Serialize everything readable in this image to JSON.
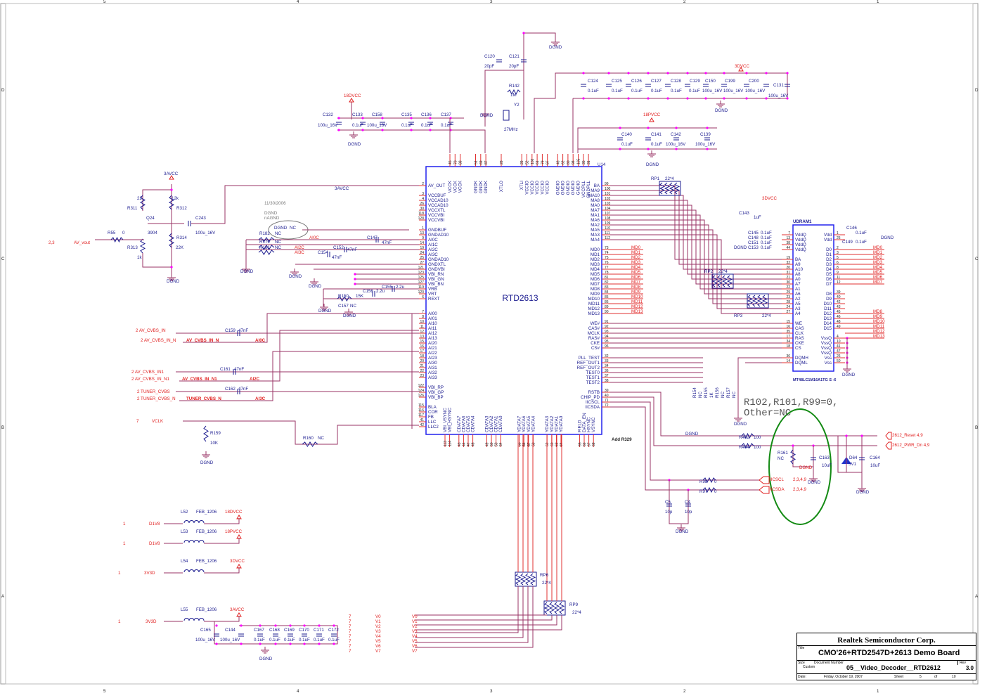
{
  "colors": {
    "wire": "#993366",
    "pin": "#e03030",
    "text": "#1b1b8f",
    "net": "#e02020",
    "junction": "#ff00ff",
    "highlight": "#138a13"
  },
  "border": {
    "columns": [
      "5",
      "4",
      "3",
      "2",
      "1"
    ],
    "rows": [
      "D",
      "C",
      "B",
      "A"
    ]
  },
  "u14": {
    "ref": "U14",
    "part": "RTD2613",
    "left_pins": [
      [
        "2",
        "AV_OUT"
      ],
      null,
      [
        "3",
        "VCCBUF"
      ],
      [
        "4",
        "VCCAD10"
      ],
      [
        "26",
        "VCCAD10"
      ],
      [
        "30",
        "VCCXTL"
      ],
      [
        "118",
        "VCCVBI"
      ],
      [
        "128",
        "VCCVBI"
      ],
      null,
      [
        "1",
        "GNDBUF"
      ],
      [
        "13",
        "GNDAD10"
      ],
      [
        "9",
        "AI0C"
      ],
      [
        "14",
        "AI1C"
      ],
      [
        "19",
        "AI2C"
      ],
      [
        "24",
        "AI3C"
      ],
      [
        "25",
        "GNDAD10"
      ],
      [
        "27",
        "GNDXTL"
      ],
      [
        "121",
        "GNDVBI"
      ],
      [
        "123",
        "VBI_RN"
      ],
      [
        "125",
        "VBI_GN"
      ],
      [
        "127",
        "VBI_BN"
      ],
      [
        "119",
        "VRB"
      ],
      [
        "120",
        "VRT"
      ],
      [
        "6",
        "REXT"
      ],
      null,
      null,
      [
        "7",
        "AI00"
      ],
      [
        "8",
        "AI01"
      ],
      [
        "10",
        "AI10"
      ],
      [
        "11",
        "AI11"
      ],
      [
        "12",
        "AI12"
      ],
      [
        "13",
        "AI13"
      ],
      [
        "15",
        "AI20"
      ],
      [
        "16",
        "AI21"
      ],
      [
        "17",
        "AI22"
      ],
      [
        "18",
        "AI23"
      ],
      [
        "20",
        "AI30"
      ],
      [
        "21",
        "AI31"
      ],
      [
        "22",
        "AI32"
      ],
      [
        "23",
        "AI33"
      ],
      null,
      [
        "122",
        "VBI_RP"
      ],
      [
        "124",
        "VBI_GP"
      ],
      [
        "126",
        "VBI_BP"
      ],
      null,
      [
        "115",
        "BLA"
      ],
      [
        "116",
        "COR"
      ],
      [
        "117",
        "FB"
      ],
      [
        "41",
        "LLC"
      ],
      [
        "42",
        "LLC2"
      ]
    ],
    "right_pins": [
      [
        "99",
        "BA"
      ],
      [
        "100",
        "MA9"
      ],
      [
        "101",
        "MA10"
      ],
      [
        "102",
        "MA8"
      ],
      [
        "103",
        "MA0"
      ],
      [
        "104",
        "MA7"
      ],
      [
        "107",
        "MA1"
      ],
      [
        "108",
        "MA6"
      ],
      [
        "109",
        "MA2"
      ],
      [
        "110",
        "MA5"
      ],
      [
        "111",
        "MA3"
      ],
      [
        "112",
        "MA4"
      ],
      null,
      [
        "73",
        "MD0"
      ],
      [
        "74",
        "MD1"
      ],
      [
        "75",
        "MD2"
      ],
      [
        "76",
        "MD3"
      ],
      [
        "77",
        "MD4"
      ],
      [
        "78",
        "MD5"
      ],
      [
        "81",
        "MD6"
      ],
      [
        "82",
        "MD7"
      ],
      [
        "83",
        "MD8"
      ],
      [
        "84",
        "MD9"
      ],
      [
        "85",
        "MD10"
      ],
      [
        "86",
        "MD11"
      ],
      [
        "89",
        "MD12"
      ],
      [
        "90",
        "MD13"
      ],
      null,
      [
        "91",
        "WE#"
      ],
      [
        "92",
        "CAS#"
      ],
      [
        "93",
        "MCLK"
      ],
      [
        "94",
        "RAS#"
      ],
      [
        "95",
        "CKE"
      ],
      [
        "96",
        "CS#"
      ],
      null,
      [
        "32",
        "PLL_TEST"
      ],
      [
        "33",
        "REF_OUT1"
      ],
      [
        "34",
        "REF_OUT2"
      ],
      [
        "36",
        "TEST0"
      ],
      [
        "37",
        "TEST1"
      ],
      [
        "38",
        "TEST2"
      ],
      null,
      [
        "39",
        "RSTB"
      ],
      [
        "40",
        "CHIP_PD"
      ],
      [
        "71",
        "IICSCL"
      ],
      [
        "72",
        "IICSDA"
      ]
    ],
    "top_pins": [
      [
        "45",
        "VCCK"
      ],
      [
        "70",
        "VCCK"
      ],
      [
        "88",
        "VCCK"
      ],
      null,
      null,
      [
        "51",
        "GNDK"
      ],
      [
        "69",
        "GNDK"
      ],
      [
        "87",
        "GNDK"
      ],
      null,
      null,
      [
        "28",
        "XTLO"
      ],
      null,
      null,
      null,
      [
        "29",
        "XTLI"
      ],
      [
        "52",
        "VCCIO"
      ],
      [
        "106",
        "VCCIO"
      ],
      [
        "61",
        "VCCIO"
      ],
      [
        "79",
        "VCCIO"
      ],
      [
        "97",
        "VCCIO"
      ],
      null,
      [
        "46",
        "GNDIO"
      ],
      [
        "62",
        "GNDIO"
      ],
      [
        "80",
        "GNDIO"
      ],
      [
        "98",
        "GNDIO"
      ],
      [
        "105",
        "GNDIO"
      ],
      [
        "35",
        "VCCPLL"
      ],
      [
        "31",
        "GNDPLL"
      ]
    ],
    "bottom_pins": [
      [
        "113",
        "VBI_VSYNC"
      ],
      [
        "114",
        "VBI_HSYNC"
      ],
      null,
      [
        "43",
        "CDATA7"
      ],
      [
        "44",
        "CDATA6"
      ],
      [
        "47",
        "CDATA5"
      ],
      [
        "48",
        "CDATA4"
      ],
      null,
      null,
      [
        "49",
        "CDATA3"
      ],
      [
        "50",
        "CDATA2"
      ],
      [
        "53",
        "CDATA1"
      ],
      [
        "54",
        "CDATA0"
      ],
      null,
      null,
      null,
      [
        "55",
        "YDATA7"
      ],
      [
        "56",
        "YDATA6"
      ],
      [
        "57",
        "YDATA5"
      ],
      [
        "58",
        "YDATA4"
      ],
      null,
      null,
      [
        "59",
        "YDATA3"
      ],
      [
        "60",
        "YDATA2"
      ],
      [
        "63",
        "YDATA1"
      ],
      [
        "64",
        "YDATA0"
      ],
      null,
      null,
      null,
      [
        "65",
        "FIELD"
      ],
      [
        "66",
        "DATA_EN"
      ],
      [
        "67",
        "HSYNC"
      ],
      [
        "68",
        "VSYNC"
      ]
    ]
  },
  "udram": {
    "ref": "UDRAM1",
    "part": "MT48LC1M16A1TG S -6",
    "left_pins": [
      [
        "7",
        "VddQ"
      ],
      [
        "13",
        "VddQ"
      ],
      [
        "38",
        "VddQ"
      ],
      [
        "44",
        "VddQ"
      ],
      null,
      [
        "19",
        "BA"
      ],
      [
        "32",
        "A9"
      ],
      [
        "20",
        "A10"
      ],
      [
        "31",
        "A8"
      ],
      [
        "21",
        "A0"
      ],
      [
        "30",
        "A7"
      ],
      [
        "22",
        "A1"
      ],
      [
        "29",
        "A6"
      ],
      [
        "23",
        "A2"
      ],
      [
        "28",
        "A5"
      ],
      [
        "24",
        "A3"
      ],
      [
        "27",
        "A4"
      ],
      null,
      [
        "15",
        "WE"
      ],
      [
        "16",
        "CAS"
      ],
      [
        "35",
        "CLK"
      ],
      [
        "17",
        "RAS"
      ],
      [
        "34",
        "CKE"
      ],
      [
        "18",
        "CS"
      ],
      null,
      [
        "36",
        "DQMH"
      ],
      [
        "14",
        "DQML"
      ]
    ],
    "right_pins": [
      [
        "1",
        "Vdd"
      ],
      [
        "25",
        "Vdd"
      ],
      null,
      [
        "2",
        "D0"
      ],
      [
        "3",
        "D1"
      ],
      [
        "5",
        "D2"
      ],
      [
        "6",
        "D3"
      ],
      [
        "8",
        "D4"
      ],
      [
        "9",
        "D5"
      ],
      [
        "11",
        "D6"
      ],
      [
        "12",
        "D7"
      ],
      null,
      [
        "39",
        "D8"
      ],
      [
        "40",
        "D9"
      ],
      [
        "42",
        "D10"
      ],
      [
        "43",
        "D11"
      ],
      [
        "45",
        "D12"
      ],
      [
        "46",
        "D13"
      ],
      [
        "48",
        "D14"
      ],
      [
        "49",
        "D15"
      ],
      null,
      [
        "4",
        "VssQ"
      ],
      [
        "10",
        "VssQ"
      ],
      [
        "41",
        "VssQ"
      ],
      [
        "47",
        "VssQ"
      ],
      [
        "26",
        "Vss"
      ],
      [
        "50",
        "Vss"
      ]
    ],
    "md_nets": [
      "MD0",
      "MD1",
      "MD2",
      "MD3",
      "MD4",
      "MD5",
      "MD6",
      "MD7",
      null,
      "MD8",
      "MD9",
      "MD10",
      "MD11",
      "MD12",
      "MD13"
    ]
  },
  "labels": {
    "c120": "C120",
    "c120v": "20pF",
    "c121": "C121",
    "c121v": "20pF",
    "r142": "R142",
    "r142v": "1M",
    "y2": "Y2",
    "y2v": "27MHz",
    "dgnd1": "DGND",
    "dgnd2": "DGND",
    "p18dvcc": "18DVCC",
    "c132": "C132",
    "c132v": "100u_16V",
    "c133": "C133",
    "c133v": "0.1uF",
    "c158": "C158",
    "c158v": "100u_16V",
    "c135": "C135",
    "c135v": "0.1uF",
    "c136": "C136",
    "c136v": "0.1uF",
    "c137": "C137",
    "c137v": "0.1uF",
    "dgnd3": "DGND",
    "p3dvcc": "3DVCC",
    "c124": "C124",
    "c124v": "0.1uF",
    "c125": "C125",
    "c125v": "0.1uF",
    "c126": "C126",
    "c126v": "0.1uF",
    "c127": "C127",
    "c127v": "0.1uF",
    "c128": "C128",
    "c128v": "0.1uF",
    "c129": "C129",
    "c129v": "0.1uF",
    "c150": "C150",
    "c150v": "100u_16V",
    "c199": "C199",
    "c199v": "100u_16V",
    "c200": "C200",
    "c200v": "100u_16V",
    "c131": "C131",
    "c131v": "100u_16V",
    "dgnd4": "DGND",
    "p18pvcc": "18PVCC",
    "c140": "C140",
    "c140v": "0.1uF",
    "c141": "C141",
    "c141v": "0.1uF",
    "c142": "C142",
    "c142v": "100u_16V",
    "c139": "C139",
    "c139v": "100u_16V",
    "dgnd5": "DGND",
    "rp1": "RP1",
    "rp1v": "22*4",
    "rp2": "RP2",
    "rp2v": "22*4",
    "rp3": "RP3",
    "rp3v": "22*4",
    "p3dvcc2": "3DVCC",
    "c143": "C143",
    "c143v": "1uF",
    "c145": "C145",
    "c148": "C148",
    "c151": "C151",
    "c153": "C153",
    "c145v": "0.1uF",
    "c148v": "0.1uF",
    "c151v": "0.1uF",
    "c153v": "0.1uF",
    "dgnd6": "DGND",
    "c146": "C146",
    "c146v": "0.1uF",
    "c149": "C149",
    "c149v": "0.1uF",
    "dgnd7": "DGND",
    "dgnd8": "DGND",
    "p3avcc": "3AVCC",
    "r311": "R311",
    "r311v": "22",
    "r312": "R312",
    "r312v": "12k",
    "q24": "Q24",
    "q24v": "3904",
    "c243": "C243",
    "c243v": "100u_16V",
    "r314": "R314",
    "r314v": "22K",
    "r313": "R313",
    "r313v": "1k",
    "r55": "R55",
    "r55v": "0",
    "avout_page": "2,3",
    "avout": "AV_vout",
    "dgnd9": "DGND",
    "p3avcc2": "3AVCC",
    "date_note": "11/30/2006",
    "dgnd_note": "DGND",
    "nagnd_note": "nAGND",
    "dgnd10": "DGND",
    "nc0": "NC",
    "r182": "R182",
    "r182v": "NC",
    "r179": "R179",
    "r179v": "NC",
    "r181": "R181",
    "r181v": "NC",
    "ai0c_n": "AI0C",
    "ai2c_n": "AI2C",
    "ai3c_n": "AI3C",
    "c147": "C147",
    "c147v": "47nF",
    "c152": "C152",
    "c152v": "47nF",
    "c154": "C154",
    "c154v": "47nF",
    "dgnd11": "DGND",
    "dgnd12": "DGND",
    "dgnd13": "DGND",
    "r150": "R150",
    "r150v": "15K",
    "c156": "C156",
    "c156v": "2.2u",
    "c155": "C155",
    "c155v": "2.2u",
    "c157": "C157",
    "c157v": "NC",
    "dgnd14": "DGND",
    "dgnd15": "DGND",
    "in1": "2  AV_CVBS_IN",
    "c159": "C159",
    "c159v": "47nF",
    "in1n": "2  AV_CVBS_IN_N",
    "in1n_net": "AV_CVBS_IN_N",
    "in1n_ai": "AI0C",
    "in2": "2  AV_CVBS_IN1",
    "c161": "C161",
    "c161v": "47nF",
    "in2n": "2  AV_CVBS_IN_N1",
    "in2n_net": "AV_CVBS_IN_N1",
    "in2n_ai": "AI2C",
    "in3": "2    TUNER_CVBS",
    "c162": "C162",
    "c162v": "47nF",
    "in3n": "2  TUNER_CVBS_N",
    "in3n_net": "TUNER_CVBS_N",
    "in3n_ai": "AI3C",
    "vclk_pg": "7",
    "vclk": "VCLK",
    "r159": "R159",
    "r159v": "10K",
    "dgnd16": "DGND",
    "r160": "R160",
    "r160v": "NC",
    "add_r329": "Add R329",
    "note1": "R102,R101,R99=0,",
    "note2": "Other=NC",
    "dgnd17": "DGND",
    "dgnd18": "DGND",
    "r462": "R462",
    "r462v": "100",
    "r464": "R464",
    "r464v": "100",
    "reset": "2612_Reset   4,9",
    "pwrdn": "2612_PWR_Dn   4,9",
    "r161": "R161",
    "r161v": "NC",
    "c163": "C163",
    "c163v": "10uF",
    "d64": "D64",
    "d64v": "5V1",
    "c164": "C164",
    "c164v": "10uF",
    "dgnd19": "DGND",
    "dgnd20": "DGND",
    "dgnd21": "DGND",
    "iicscl": "IICSCL",
    "iicscl_pg": "2,3,4,9",
    "iicsda": "IICSDA",
    "iicsda_pg": "2,3,4,9",
    "r98": "R98",
    "r98v": "0",
    "r97": "R97",
    "r97v": "0",
    "c5": "C5",
    "c5v": "10p",
    "c4": "C4",
    "c4v": "10p",
    "dgnd22": "DGND",
    "r154": "R154",
    "r155": "R155",
    "r156": "R156",
    "r157": "R157",
    "nc1": "NC",
    "nc2": "NC",
    "nc3": "1K",
    "nc4": "NC",
    "pw1": "1",
    "d1v8a": "D1V8",
    "l52": "L52",
    "l52v": "FEB_1206",
    "p18dvcc2": "18DVCC",
    "pw2": "1",
    "d1v8b": "D1V8",
    "l53": "L53",
    "l53v": "FEB_1206",
    "p18pvcc2": "18PVCC",
    "pw3": "1",
    "v3v3d_a": "3V3D",
    "l54": "L54",
    "l54v": "FEB_1206",
    "p3dvcc3": "3DVCC",
    "pw4": "1",
    "v3v3d_b": "3V3D",
    "l55": "L55",
    "l55v": "FEB_1206",
    "p3avcc3": "3AVCC",
    "c165": "C165",
    "c165v": "100u_16V",
    "c144": "C144",
    "c144v": "100u_16V",
    "c167": "C167",
    "c167v": "0.1uF",
    "c168": "C168",
    "c168v": "0.1uF",
    "c169": "C169",
    "c169v": "0.1uF",
    "c170": "C170",
    "c170v": "0.1uF",
    "c171": "C171",
    "c171v": "0.1uF",
    "c172": "C172",
    "c172v": "0.1uF",
    "dgnd23": "DGND",
    "rp6": "RP6",
    "rp6v": "22*4",
    "rp9": "RP9",
    "rp9v": "22*4"
  },
  "v_bus": [
    "V0",
    "V1",
    "V2",
    "V3",
    "V4",
    "V5",
    "V6",
    "V7"
  ],
  "v_bus_page": "7",
  "title_block": {
    "company": "Realtek Semiconductor Corp.",
    "title_label": "Title",
    "title": "CMO'26+RTD2547D+2613 Demo Board",
    "size_label": "Size",
    "size": "Custom",
    "doc_label": "Document Number",
    "doc_number": "05__Video_Decoder__RTD2612",
    "rev_label": "Rev",
    "rev": "3.0",
    "date_label": "Date:",
    "date": "Friday, October 19, 2007",
    "sheet_label": "Sheet",
    "sheet": "5",
    "of_label": "of",
    "sheets": "10"
  }
}
